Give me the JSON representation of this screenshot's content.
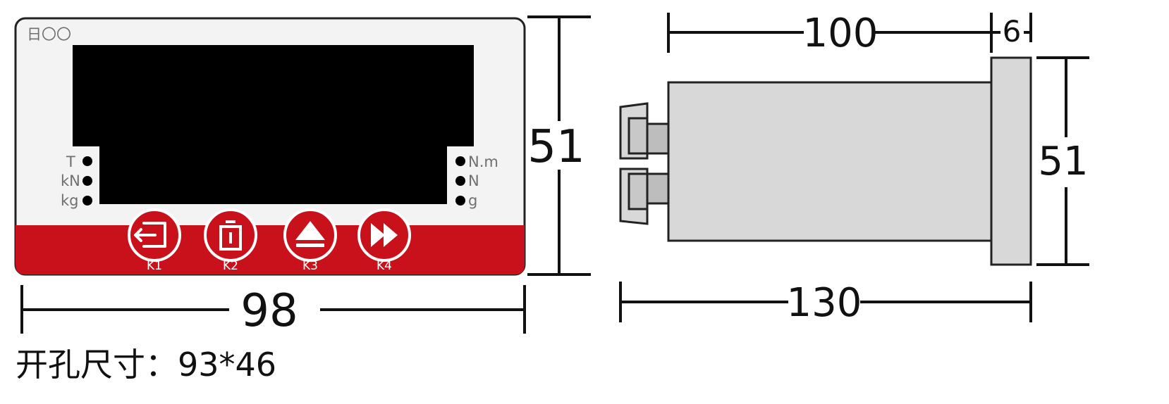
{
  "front_view": {
    "brand_mark": "日〇〇",
    "left_indicators": [
      "T",
      "kN",
      "kg"
    ],
    "right_indicators": [
      "N.m",
      "N",
      "g"
    ],
    "keys": [
      {
        "label": "K1",
        "icon": "enter-icon"
      },
      {
        "label": "K2",
        "icon": "tare-icon"
      },
      {
        "label": "K3",
        "icon": "eject-up-icon"
      },
      {
        "label": "K4",
        "icon": "fast-forward-icon"
      }
    ],
    "colors": {
      "panel_fill": "#f3f3f3",
      "screen_fill": "#000000",
      "key_strip_fill": "#c9111b",
      "outline": "#222222"
    }
  },
  "dimensions": {
    "front_width": "98",
    "front_height": "51",
    "side_body_length": "100",
    "side_flange_thickness": "6",
    "side_height": "51",
    "side_total_length": "130"
  },
  "cutout": {
    "label": "开孔尺寸：",
    "value": "93*46"
  },
  "side_view": {
    "colors": {
      "body_fill": "#d8d8d8",
      "connector_fill": "#bdbdbd",
      "outline": "#222222"
    }
  }
}
